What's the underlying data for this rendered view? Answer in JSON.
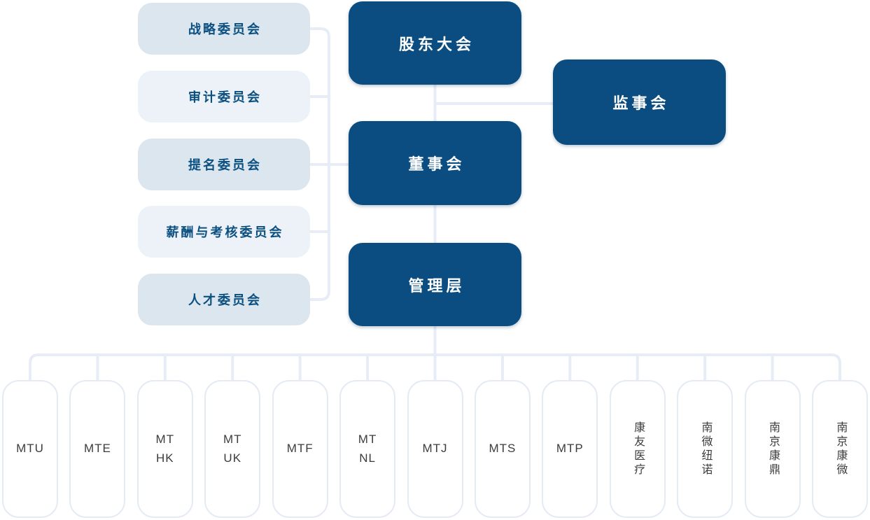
{
  "diagram": {
    "type": "org-chart",
    "nodes": {
      "shareholders": "股东大会",
      "supervisory_board": "监事会",
      "board_of_directors": "董事会",
      "management": "管理层"
    },
    "committees": [
      "战略委员会",
      "审计委员会",
      "提名委员会",
      "薪酬与考核委员会",
      "人才委员会"
    ],
    "subsidiaries": [
      {
        "label": "MTU"
      },
      {
        "label": "MTE"
      },
      {
        "label": "MT HK",
        "lines": [
          "MT",
          "HK"
        ]
      },
      {
        "label": "MT UK",
        "lines": [
          "MT",
          "UK"
        ]
      },
      {
        "label": "MTF"
      },
      {
        "label": "MT NL",
        "lines": [
          "MT",
          "NL"
        ]
      },
      {
        "label": "MTJ"
      },
      {
        "label": "MTS"
      },
      {
        "label": "MTP"
      },
      {
        "label": "康友医疗",
        "vertical": true
      },
      {
        "label": "南微纽诺",
        "vertical": true
      },
      {
        "label": "南京康鼎",
        "vertical": true
      },
      {
        "label": "南京康微",
        "vertical": true
      }
    ],
    "colors": {
      "primary": "#0B4D80",
      "primary_text": "#FFFFFF",
      "committee_bg_dark": "#DBE6EF",
      "committee_bg_light": "#ECF2F7",
      "committee_text": "#0B5081",
      "connector": "#E7EDF6",
      "subsidiary_border": "#E4EBF5",
      "subsidiary_text": "#3C3C3C"
    }
  }
}
